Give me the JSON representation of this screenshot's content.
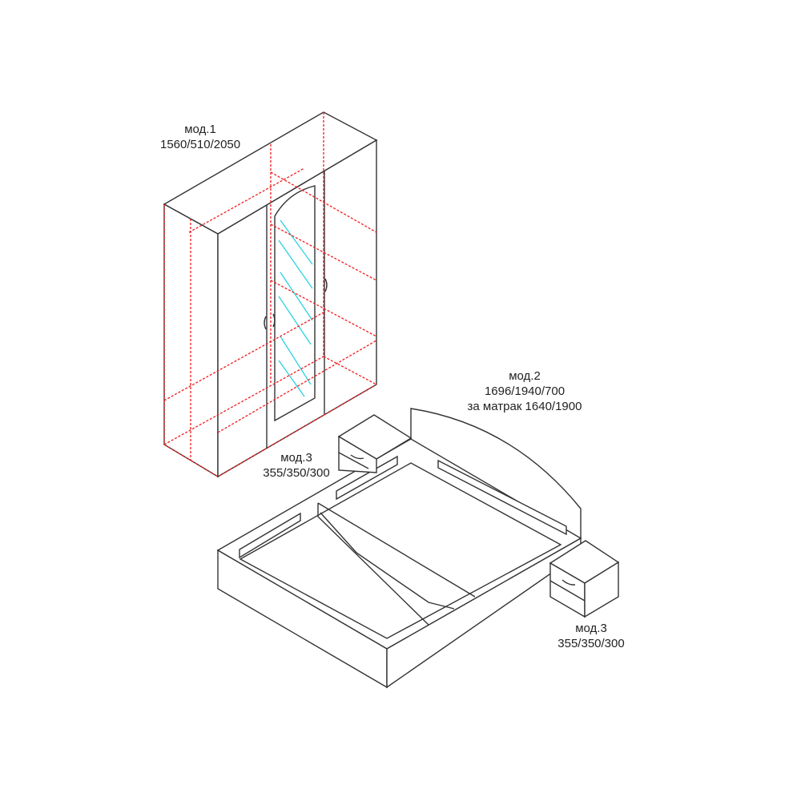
{
  "modules": {
    "wardrobe": {
      "name": "мод.1",
      "dims": "1560/510/2050"
    },
    "bed": {
      "name": "мод.2",
      "dims": "1696/1940/700",
      "mattress": "за матрак 1640/1900"
    },
    "nightstand_left": {
      "name": "мод.3",
      "dims": "355/350/300"
    },
    "nightstand_right": {
      "name": "мод.3",
      "dims": "355/350/300"
    }
  },
  "colors": {
    "line": "#333333",
    "hidden_edges": "#f21c1c",
    "mirror": "#1fd0e0"
  }
}
